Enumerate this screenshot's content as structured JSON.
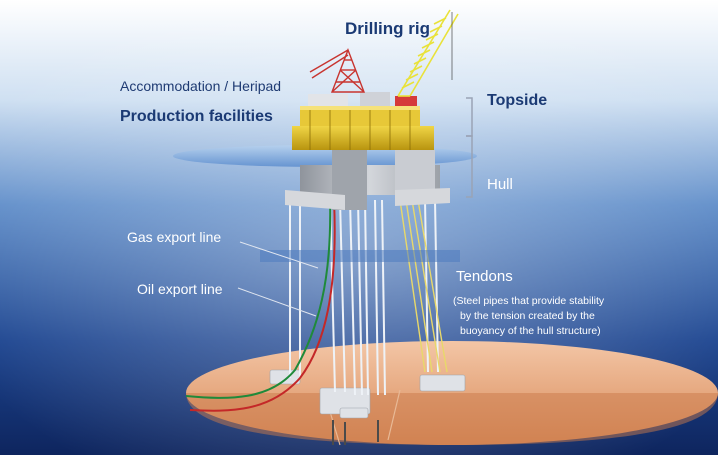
{
  "labels": {
    "drilling_rig": "Drilling rig",
    "accommodation": "Accommodation / Heripad",
    "production": "Production facilities",
    "topside": "Topside",
    "hull": "Hull",
    "gas_line": "Gas export line",
    "oil_line": "Oil export line",
    "tendons": "Tendons",
    "tendons_desc_1": "(Steel pipes that provide stability",
    "tendons_desc_2": "by the tension created by the",
    "tendons_desc_3": "buoyancy of the hull structure)"
  },
  "colors": {
    "sky_top": "#ffffff",
    "water_mid": "#3f6fb5",
    "water_deep": "#102a66",
    "seabed": "#e6a27a",
    "gas_line": "#1f8a3a",
    "oil_line": "#c42828",
    "tendon_yellow": "#e8d86a",
    "crane_yellow": "#e9e23a",
    "hull_gray": "#b9bcc2",
    "deck_yellow": "#d8b81e"
  }
}
